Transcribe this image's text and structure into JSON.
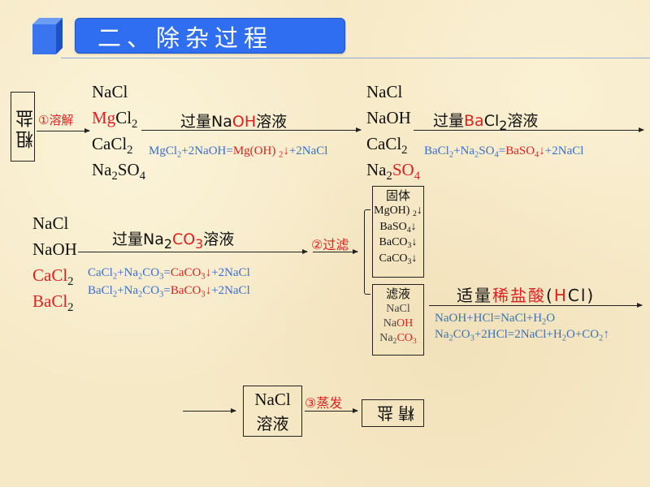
{
  "title": "二、除杂过程",
  "colors": {
    "blue": "#3b6fcf",
    "red": "#e02020",
    "title_bg": "#2f6ef0"
  },
  "start_box": "粗盐",
  "end_box": "精盐",
  "steps": {
    "dissolve": "①溶解",
    "filter": "②过滤",
    "evaporate": "③蒸发"
  },
  "col1": [
    [
      {
        "t": "NaCl"
      }
    ],
    [
      {
        "t": "Mg",
        "c": "r"
      },
      {
        "t": "Cl"
      },
      {
        "t": "2",
        "sub": 1
      }
    ],
    [
      {
        "t": "CaCl"
      },
      {
        "t": "2",
        "sub": 1
      }
    ],
    [
      {
        "t": "Na"
      },
      {
        "t": "2",
        "sub": 1
      },
      {
        "t": "SO"
      },
      {
        "t": "4",
        "sub": 1
      }
    ]
  ],
  "col2": [
    [
      {
        "t": "NaCl"
      }
    ],
    [
      {
        "t": "NaOH"
      }
    ],
    [
      {
        "t": "CaCl"
      },
      {
        "t": "2",
        "sub": 1
      }
    ],
    [
      {
        "t": "Na"
      },
      {
        "t": "2",
        "sub": 1
      },
      {
        "t": "SO",
        "c": "r"
      },
      {
        "t": "4",
        "sub": 1,
        "c": "r"
      }
    ]
  ],
  "col3": [
    [
      {
        "t": "NaCl"
      }
    ],
    [
      {
        "t": "NaOH"
      }
    ],
    [
      {
        "t": "CaCl",
        "c": "r"
      },
      {
        "t": "2",
        "sub": 1
      }
    ],
    [
      {
        "t": "BaCl",
        "c": "r"
      },
      {
        "t": "2",
        "sub": 1
      }
    ]
  ],
  "reagents": {
    "naoh": [
      {
        "t": "过量"
      },
      {
        "t": "Na"
      },
      {
        "t": "OH",
        "c": "r"
      },
      {
        "t": "溶液"
      }
    ],
    "bacl2": [
      {
        "t": "过量"
      },
      {
        "t": "Ba",
        "c": "r"
      },
      {
        "t": "Cl"
      },
      {
        "t": "2",
        "sub": 1
      },
      {
        "t": "溶液"
      }
    ],
    "na2co3": [
      {
        "t": "过量Na"
      },
      {
        "t": "2",
        "sub": 1
      },
      {
        "t": "CO",
        "c": "r"
      },
      {
        "t": "3",
        "sub": 1,
        "c": "r"
      },
      {
        "t": "溶液"
      }
    ],
    "hcl": [
      {
        "t": "适量"
      },
      {
        "t": "稀盐酸",
        "c": "r"
      },
      {
        "t": "("
      },
      {
        "t": "H",
        "c": "r"
      },
      {
        "t": "Cl)"
      }
    ]
  },
  "equations": {
    "eq1": [
      {
        "t": "MgCl"
      },
      {
        "t": "2",
        "sub": 1
      },
      {
        "t": "+2NaOH="
      },
      {
        "t": "Mg(OH) ",
        "c": "r"
      },
      {
        "t": "2",
        "sub": 1,
        "c": "r"
      },
      {
        "t": "↓",
        "c": "r"
      },
      {
        "t": "+2NaCl"
      }
    ],
    "eq2": [
      {
        "t": "BaCl"
      },
      {
        "t": "2",
        "sub": 1
      },
      {
        "t": "+Na"
      },
      {
        "t": "2",
        "sub": 1
      },
      {
        "t": "SO"
      },
      {
        "t": "4",
        "sub": 1
      },
      {
        "t": "="
      },
      {
        "t": "BaSO",
        "c": "r"
      },
      {
        "t": "4",
        "sub": 1,
        "c": "r"
      },
      {
        "t": "↓",
        "c": "r"
      },
      {
        "t": "+2NaCl"
      }
    ],
    "eq3": [
      {
        "t": "CaCl"
      },
      {
        "t": "2",
        "sub": 1
      },
      {
        "t": "+Na"
      },
      {
        "t": "2",
        "sub": 1
      },
      {
        "t": "CO"
      },
      {
        "t": "3",
        "sub": 1
      },
      {
        "t": "="
      },
      {
        "t": "CaCO",
        "c": "r"
      },
      {
        "t": "3",
        "sub": 1,
        "c": "r"
      },
      {
        "t": "↓",
        "c": "r"
      },
      {
        "t": "+2NaCl"
      }
    ],
    "eq4": [
      {
        "t": "BaCl"
      },
      {
        "t": "2",
        "sub": 1
      },
      {
        "t": "+Na"
      },
      {
        "t": "2",
        "sub": 1
      },
      {
        "t": "CO"
      },
      {
        "t": "3",
        "sub": 1
      },
      {
        "t": "="
      },
      {
        "t": "BaCO",
        "c": "r"
      },
      {
        "t": "3",
        "sub": 1,
        "c": "r"
      },
      {
        "t": "↓",
        "c": "r"
      },
      {
        "t": "+2NaCl"
      }
    ],
    "eq5": [
      {
        "t": "NaOH+HCl=NaCl+H"
      },
      {
        "t": "2",
        "sub": 1
      },
      {
        "t": "O"
      }
    ],
    "eq6": [
      {
        "t": "Na"
      },
      {
        "t": "2",
        "sub": 1
      },
      {
        "t": "CO"
      },
      {
        "t": "3",
        "sub": 1
      },
      {
        "t": "+2HCl=2NaCl+H"
      },
      {
        "t": "2",
        "sub": 1
      },
      {
        "t": "O+CO"
      },
      {
        "t": "2",
        "sub": 1
      },
      {
        "t": "↑"
      }
    ]
  },
  "solid_box": {
    "heading": "固体",
    "items": [
      [
        {
          "t": "MgOH) "
        },
        {
          "t": "2",
          "sub": 1
        },
        {
          "t": "↓"
        }
      ],
      [
        {
          "t": "BaSO"
        },
        {
          "t": "4",
          "sub": 1
        },
        {
          "t": "↓"
        }
      ],
      [
        {
          "t": "BaCO"
        },
        {
          "t": "3",
          "sub": 1
        },
        {
          "t": "↓"
        }
      ],
      [
        {
          "t": "CaCO"
        },
        {
          "t": "3",
          "sub": 1
        },
        {
          "t": "↓"
        }
      ]
    ]
  },
  "filtrate_box": {
    "heading": "滤液",
    "items": [
      [
        {
          "t": "NaCl"
        }
      ],
      [
        {
          "t": "Na"
        },
        {
          "t": "OH",
          "c": "r"
        }
      ],
      [
        {
          "t": "Na"
        },
        {
          "t": "2",
          "sub": 1
        },
        {
          "t": "CO",
          "c": "r"
        },
        {
          "t": "3",
          "sub": 1,
          "c": "r"
        }
      ]
    ]
  },
  "nacl_solution": {
    "line1": "NaCl",
    "line2": "溶液"
  }
}
